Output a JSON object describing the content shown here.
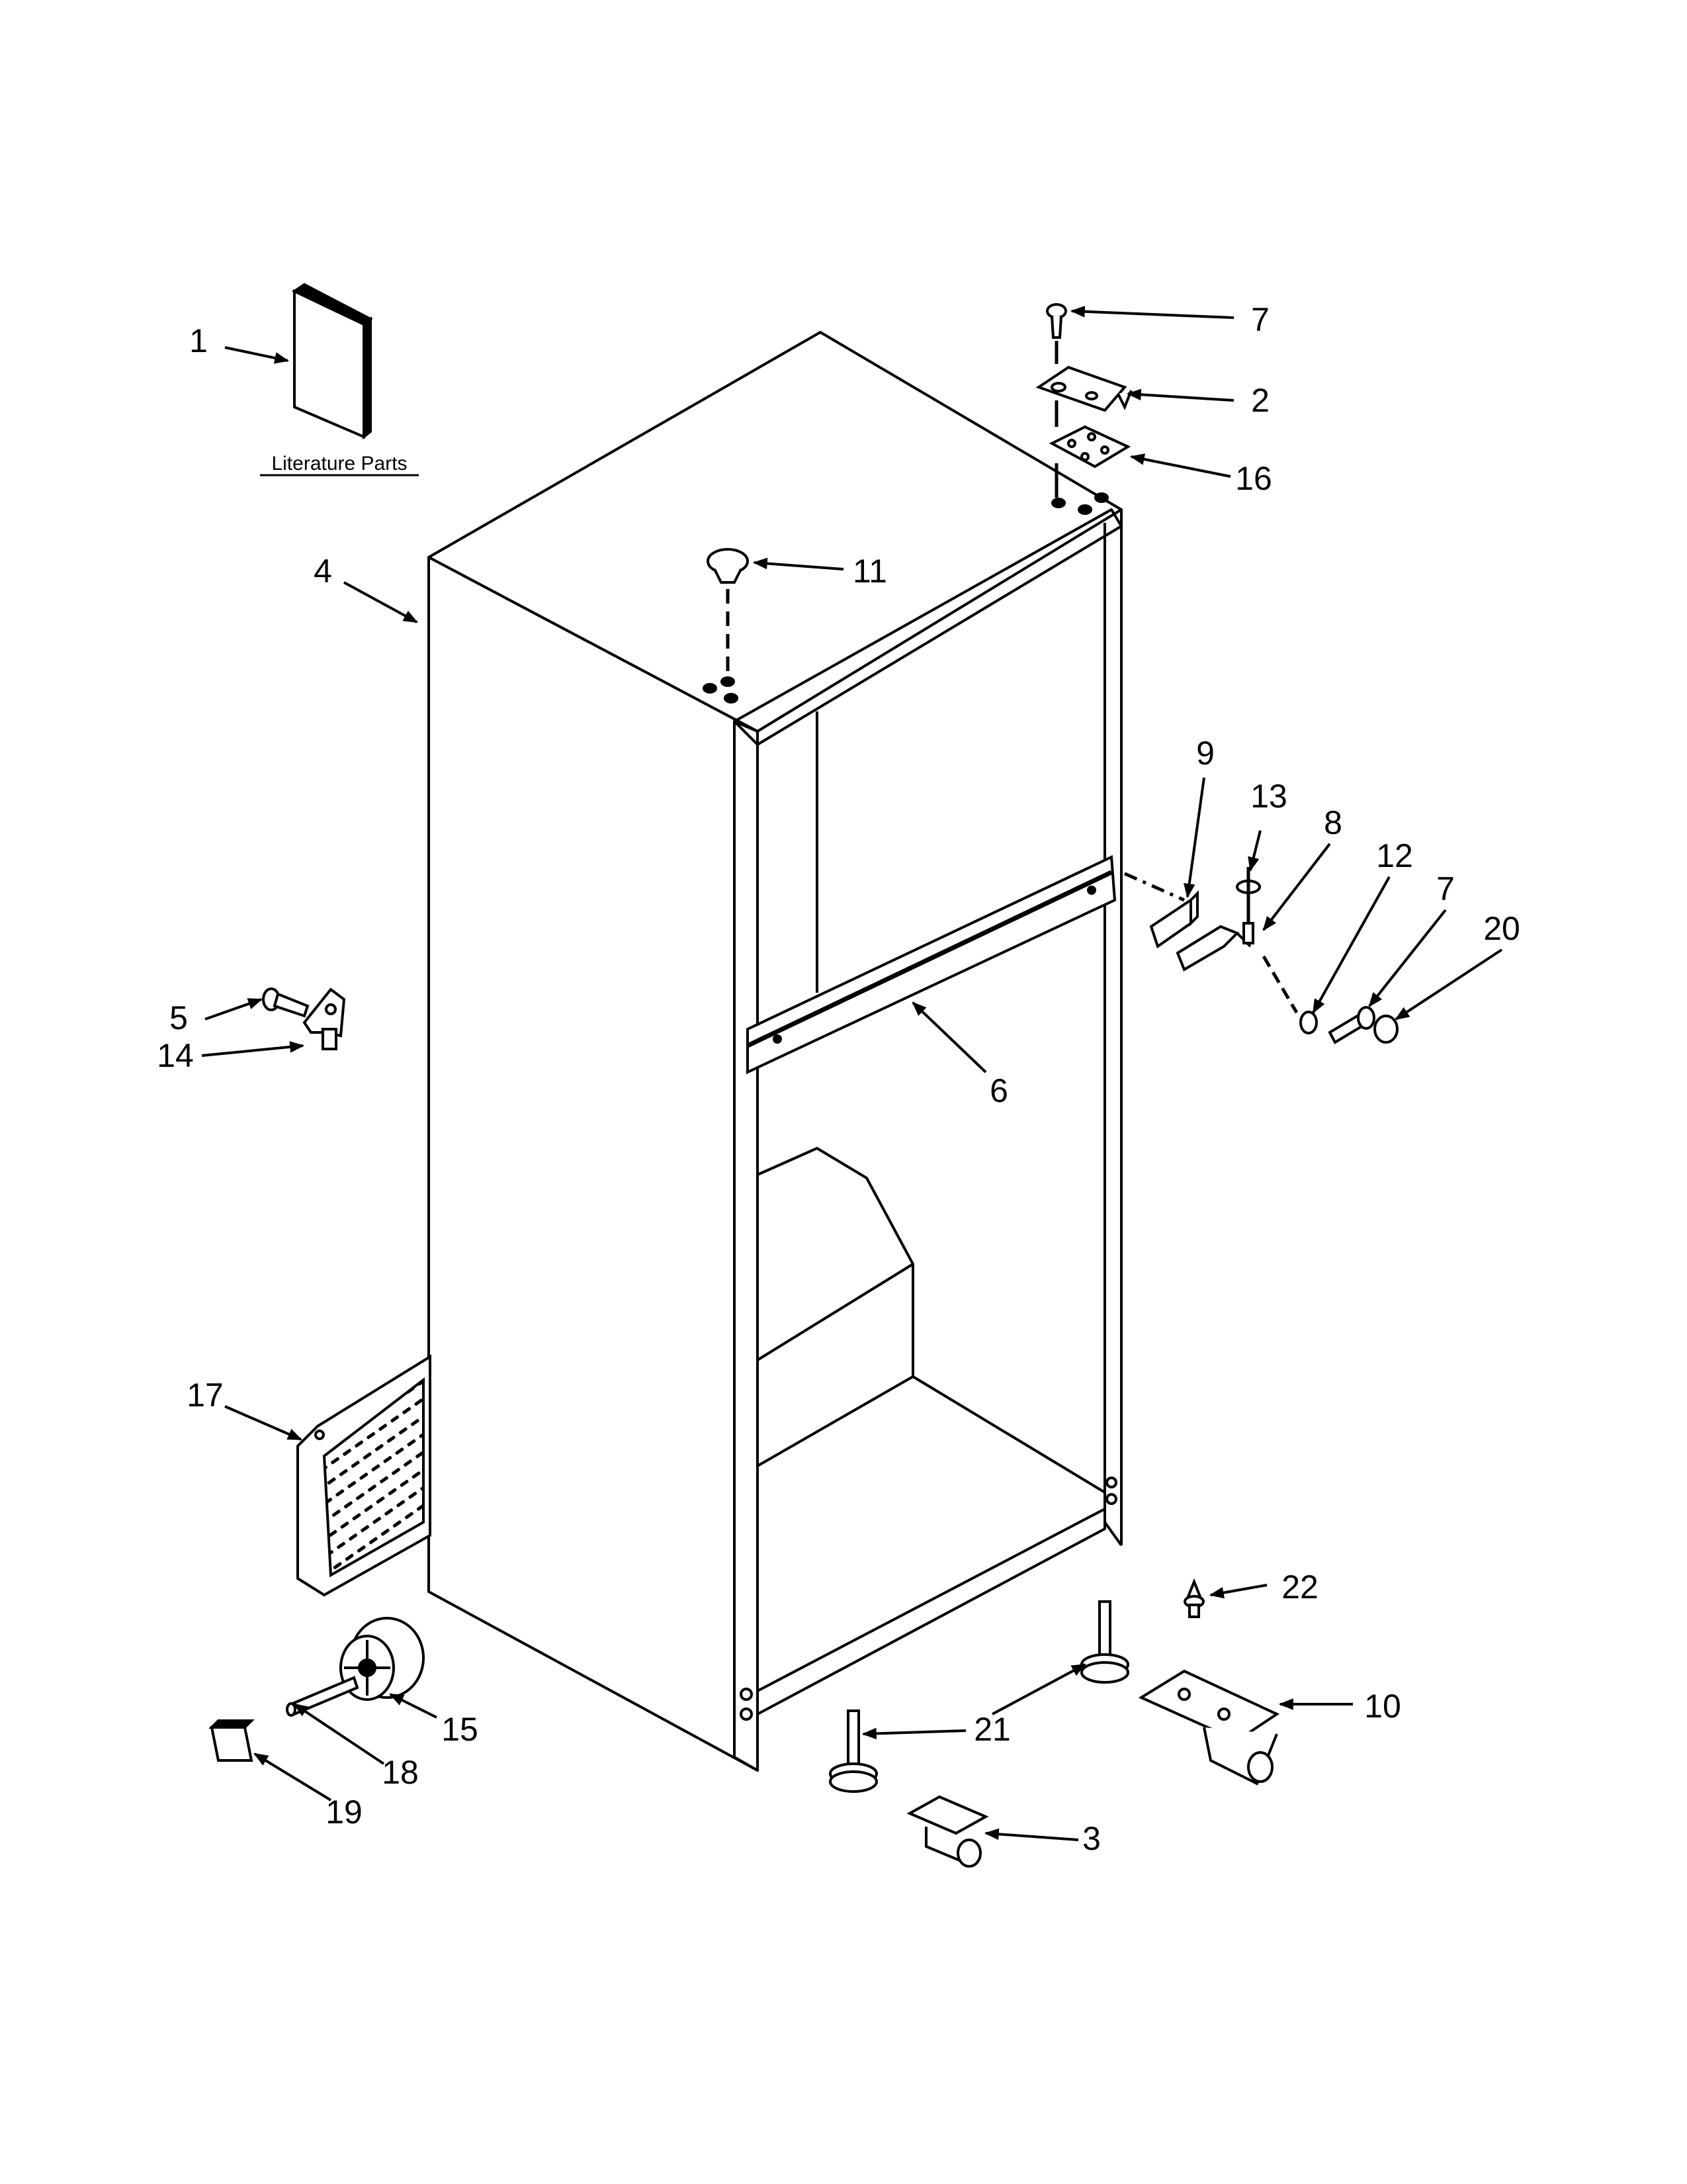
{
  "literature": {
    "label": "Literature Parts"
  },
  "callouts": {
    "c1": "1",
    "c2": "2",
    "c3": "3",
    "c4": "4",
    "c5": "5",
    "c6": "6",
    "c7a": "7",
    "c7b": "7",
    "c8": "8",
    "c9": "9",
    "c10": "10",
    "c11": "11",
    "c12": "12",
    "c13": "13",
    "c14": "14",
    "c15": "15",
    "c16": "16",
    "c17": "17",
    "c18": "18",
    "c19": "19",
    "c20": "20",
    "c21": "21",
    "c22": "22"
  }
}
